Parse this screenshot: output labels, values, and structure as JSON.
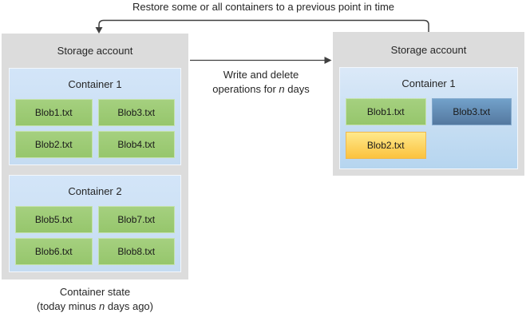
{
  "diagram": {
    "restore_label": "Restore some or all containers to a previous point in time",
    "operations_label": {
      "line1": "Write and delete",
      "line2_pre": "operations for ",
      "n": "n",
      "line2_post": " days"
    },
    "left_account": {
      "title": "Storage account",
      "containers": [
        {
          "title": "Container 1",
          "blobs": [
            "Blob1.txt",
            "Blob3.txt",
            "Blob2.txt",
            "Blob4.txt"
          ]
        },
        {
          "title": "Container 2",
          "blobs": [
            "Blob5.txt",
            "Blob7.txt",
            "Blob6.txt",
            "Blob8.txt"
          ]
        }
      ],
      "caption": {
        "line1": "Container state",
        "line2_pre": "(today minus ",
        "n": "n",
        "line2_post": " days ago)"
      }
    },
    "right_account": {
      "title": "Storage account",
      "containers": [
        {
          "title": "Container 1",
          "blobs": [
            {
              "label": "Blob1.txt",
              "color": "green"
            },
            {
              "label": "Blob3.txt",
              "color": "blue"
            },
            {
              "label": "Blob2.txt",
              "color": "yellow"
            }
          ]
        }
      ]
    },
    "colors": {
      "account_bg": "#dcdcdc",
      "container_bg_top": "#dbe9f8",
      "container_bg_bottom": "#b6d5ef",
      "blob_green": "#9dcb77",
      "blob_blue_top": "#72a1ca",
      "blob_blue_bottom": "#54789f",
      "blob_yellow_top": "#fee98c",
      "blob_yellow_bottom": "#fbc23e",
      "connector": "#404040",
      "text": "#262626"
    }
  }
}
